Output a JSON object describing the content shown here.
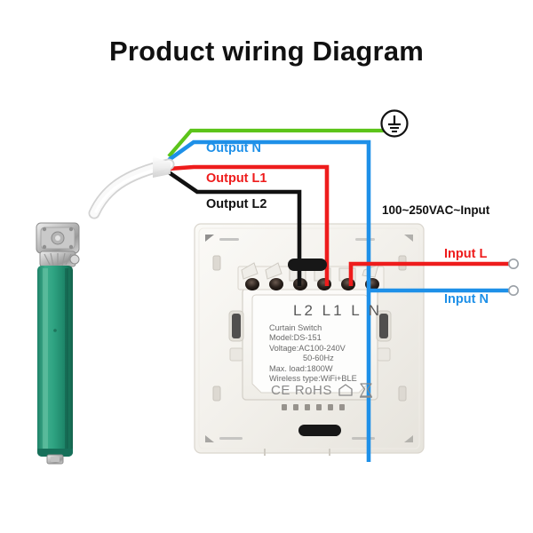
{
  "page": {
    "title": "Product wiring Diagram",
    "background": "#ffffff"
  },
  "colors": {
    "wire_live": "#EE1C1C",
    "wire_neutral": "#1E90E8",
    "wire_earth": "#5CC41A",
    "wire_l2": "#111111",
    "motor_body": "#2E9E7E",
    "switch_body": "#F2F0EC",
    "label_text": "#6a6a6a"
  },
  "wire_labels": {
    "output_n": "Output  N",
    "output_l1": "Output  L1",
    "output_l2": "Output  L2",
    "input_l": "Input L",
    "input_n": "Input N",
    "supply": "100~250VAC~Input"
  },
  "icons": {
    "earth": "earth-ground-icon",
    "ce": "CE",
    "rohs": "RoHS",
    "house": "house-icon",
    "weee": "crossed-bin-icon"
  },
  "device_label": {
    "terminals": "L2 L1 L  N",
    "lines": [
      "Curtain Switch",
      "Model:DS-151",
      "Voltage:AC100-240V",
      "50-60Hz",
      "Max. load:1800W",
      "Wireless type:WiFi+BLE"
    ],
    "certs": [
      "CE",
      "RoHS"
    ]
  },
  "motor": {
    "name": "tubular-curtain-motor",
    "cable": "4-core white cable"
  }
}
